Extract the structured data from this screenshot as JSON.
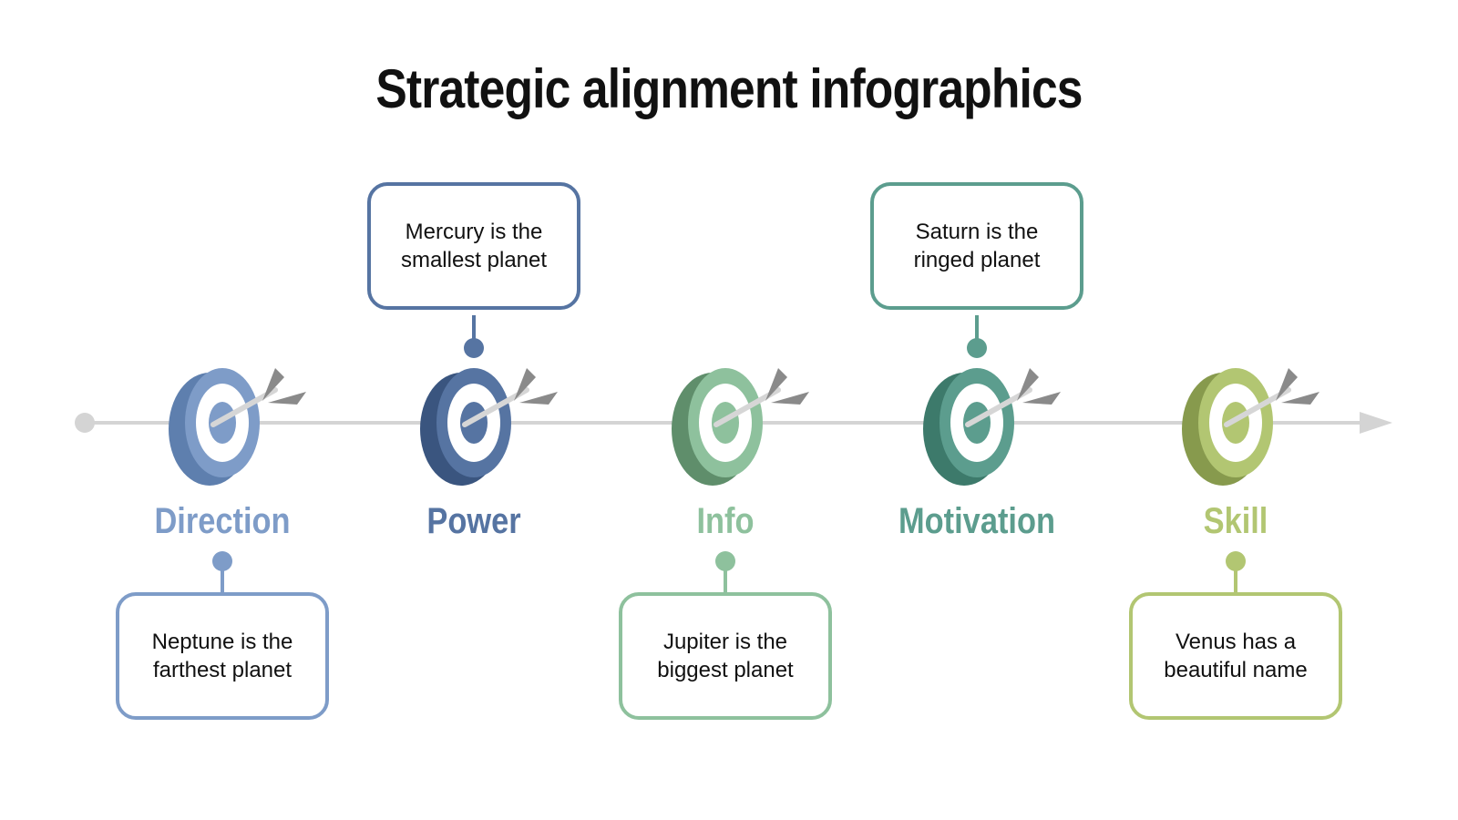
{
  "title": "Strategic alignment infographics",
  "steps": [
    {
      "label": "Direction",
      "description": "Neptune is the\nfarthest planet",
      "callout_position": "below",
      "color": "#7e9cc8",
      "shade": "#5e7fae",
      "inner": "#7e9cc8"
    },
    {
      "label": "Power",
      "description": "Mercury is the\nsmallest planet",
      "callout_position": "above",
      "color": "#5674a2",
      "shade": "#3a557f",
      "inner": "#5674a2"
    },
    {
      "label": "Info",
      "description": "Jupiter is the\nbiggest planet",
      "callout_position": "below",
      "color": "#8ec19d",
      "shade": "#5f8e6b",
      "inner": "#8ec19d"
    },
    {
      "label": "Motivation",
      "description": "Saturn is the\nringed planet",
      "callout_position": "above",
      "color": "#5c9d8e",
      "shade": "#3d7a6b",
      "inner": "#5c9d8e"
    },
    {
      "label": "Skill",
      "description": "Venus has a\nbeautiful name",
      "callout_position": "below",
      "color": "#b2c672",
      "shade": "#879a4d",
      "inner": "#b2c672"
    }
  ],
  "colors": {
    "timeline": "#d4d4d4",
    "arrow_shaft": "#d6d6d6",
    "arrow_fletching": "#8a8a8a",
    "title": "#111111"
  },
  "icons": {
    "target": "target-icon",
    "arrow": "arrow-icon",
    "timeline_end": "arrowhead-icon",
    "timeline_start": "dot-icon"
  }
}
